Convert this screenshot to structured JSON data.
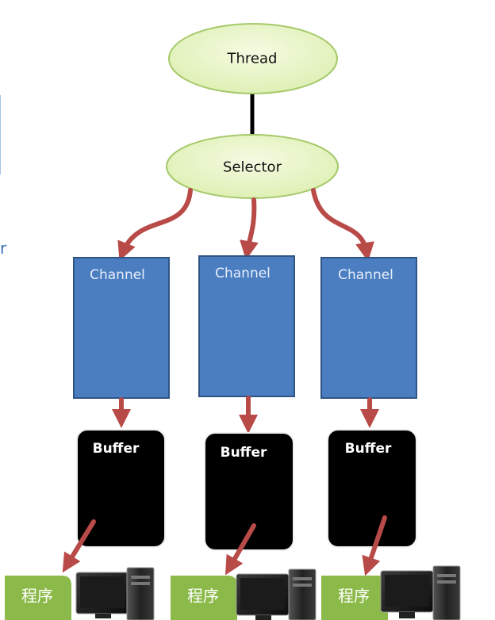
{
  "diagram": {
    "nodes": {
      "thread": "Thread",
      "selector": "Selector",
      "channels": [
        "Channel",
        "Channel",
        "Channel"
      ],
      "buffers": [
        "Buffer",
        "Buffer",
        "Buffer"
      ],
      "programs": [
        "程序",
        "程序",
        "程序"
      ]
    },
    "colors": {
      "ellipse_fill": "#e6f5c4",
      "ellipse_stroke": "#a6c96a",
      "channel_fill": "#4a7ec0",
      "channel_stroke": "#2f5485",
      "buffer_fill": "#000000",
      "program_fill": "#8cba4a",
      "arrow": "#b84a48",
      "connector": "#000000"
    },
    "icons": [
      "computer-icon",
      "computer-icon",
      "computer-icon"
    ]
  }
}
